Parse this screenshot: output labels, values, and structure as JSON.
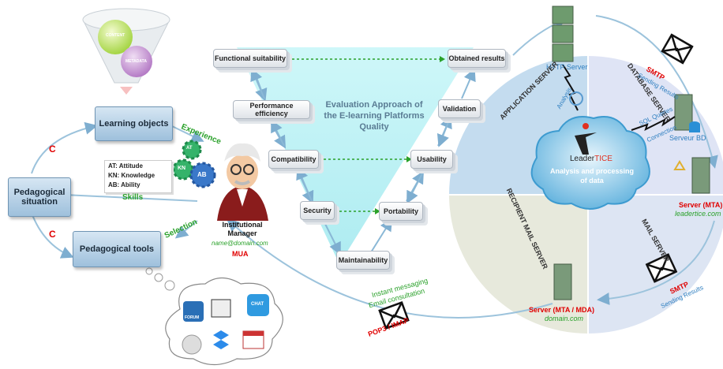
{
  "left": {
    "pedagogical_situation": "Pedagogical situation",
    "learning_objects": "Learning objects",
    "pedagogical_tools": "Pedagogical tools",
    "content": "CONTENT",
    "metadata": "METADATA",
    "legend_at": "AT: Attitude",
    "legend_kn": "KN: Knowledge",
    "legend_ab": "AB: Ability",
    "gear_at": "AT",
    "gear_kn": "KN",
    "gear_ab": "AB",
    "experience": "Experience",
    "skills": "Skills",
    "selection": "Selection",
    "c1": "C",
    "c2": "C",
    "manager_line1": "Institutional",
    "manager_line2": "Manager",
    "manager_email": "name@domain.com",
    "mua": "MUA",
    "forum": "FORUM",
    "chat": "CHAT"
  },
  "center": {
    "title_line1": "Evaluation Approach of",
    "title_line2": "the E-learning Platforms",
    "title_line3": "Quality",
    "functional_suitability": "Functional suitability",
    "performance_efficiency": "Performance efficiency",
    "compatibility": "Compatibility",
    "security": "Security",
    "maintainability": "Maintainability",
    "portability": "Portability",
    "usability": "Usability",
    "validation": "Validation",
    "obtained_results": "Obtained results"
  },
  "right": {
    "http_server": "HTTP Server",
    "application_server": "APPLICATION SERVER",
    "database_server": "DATABASE SERVER",
    "mail_server": "MAIL SERVER",
    "recipient_mail_server": "RECIPIENT MAIL SERVER",
    "analysis": "Analysis",
    "sql_queries": "SQL Queries",
    "connection": "Connection",
    "smtp_top": "SMTP",
    "sending_results_top": "Sending Results",
    "smtp_bottom": "SMTP",
    "sending_results_bottom": "Sending Results",
    "serveur_bd": "Serveur BD",
    "leader": "Leader",
    "tice": "TICE",
    "cloud_line1": "Analysis and processing",
    "cloud_line2": "of data",
    "server_mta": "Server (MTA)",
    "leadertice_domain": "leadertice.com",
    "server_mta_mda": "Server (MTA / MDA)",
    "domain": "domain.com",
    "instant_messaging": "Instant messaging",
    "email_consultation": "Email consultation",
    "pop3_imap": "POP3 / IMAP"
  },
  "colors": {
    "green": "#2aa12a",
    "red": "#e00000",
    "blue": "#2f7fc0",
    "funnel": "#bff3f5"
  }
}
